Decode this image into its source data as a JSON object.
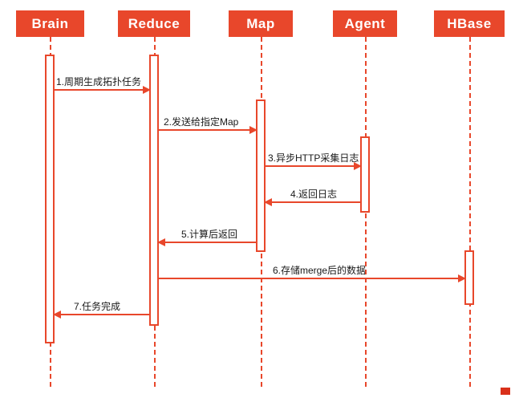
{
  "diagram": {
    "type": "sequence",
    "accent_color": "#e8472b",
    "participants": [
      {
        "name": "Brain"
      },
      {
        "name": "Reduce"
      },
      {
        "name": "Map"
      },
      {
        "name": "Agent"
      },
      {
        "name": "HBase"
      }
    ],
    "messages": [
      {
        "label": "1.周期生成拓扑任务",
        "from": "Brain",
        "to": "Reduce"
      },
      {
        "label": "2.发送给指定Map",
        "from": "Reduce",
        "to": "Map"
      },
      {
        "label": "3.异步HTTP采集日志",
        "from": "Map",
        "to": "Agent"
      },
      {
        "label": "4.返回日志",
        "from": "Agent",
        "to": "Map"
      },
      {
        "label": "5.计算后返回",
        "from": "Map",
        "to": "Reduce"
      },
      {
        "label": "6.存储merge后的数据",
        "from": "Reduce",
        "to": "HBase"
      },
      {
        "label": "7.任务完成",
        "from": "Reduce",
        "to": "Brain"
      }
    ]
  }
}
